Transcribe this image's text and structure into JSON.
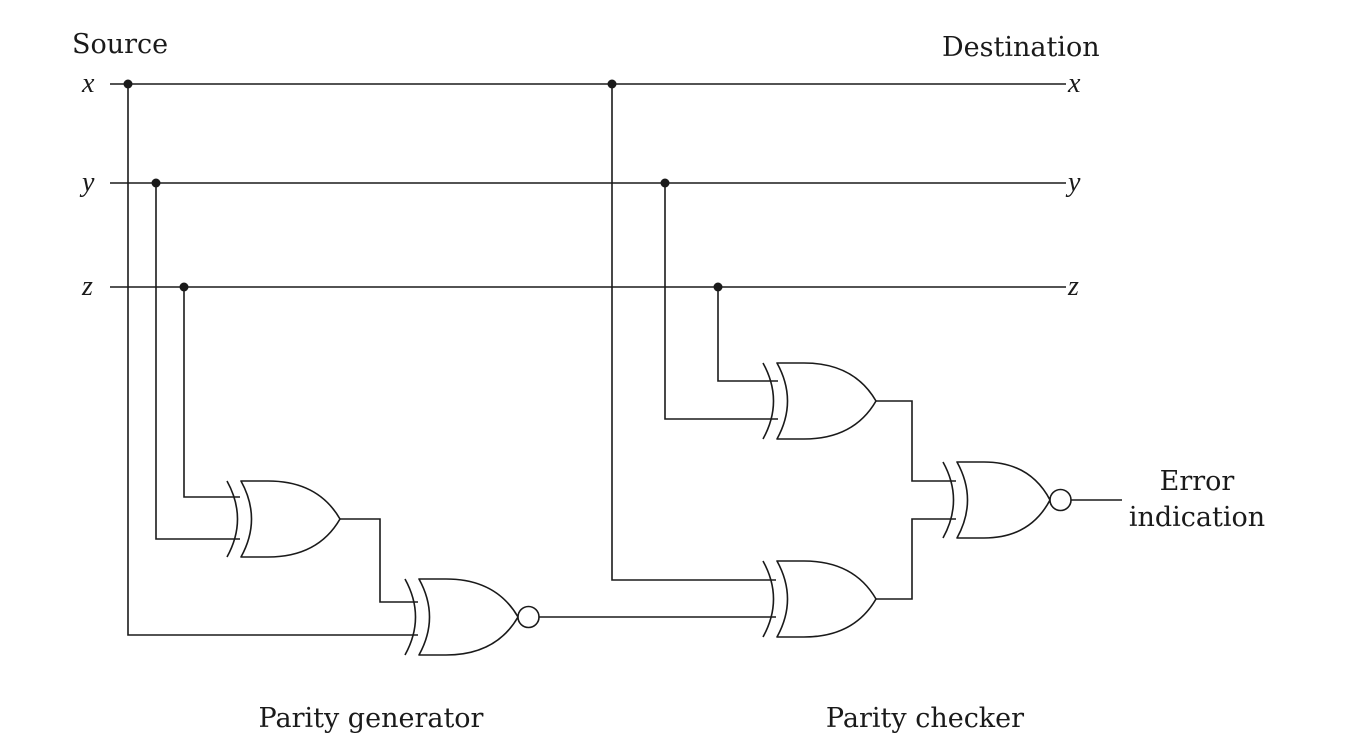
{
  "source_label": "Source",
  "destination_label": "Destination",
  "input_vars": [
    "x",
    "y",
    "z"
  ],
  "output_vars": [
    "x",
    "y",
    "z"
  ],
  "error_label_line1": "Error",
  "error_label_line2": "indication",
  "generator_label": "Parity generator",
  "checker_label": "Parity checker",
  "colors": {
    "ink": "#1a1a1a",
    "background": "#ffffff"
  }
}
